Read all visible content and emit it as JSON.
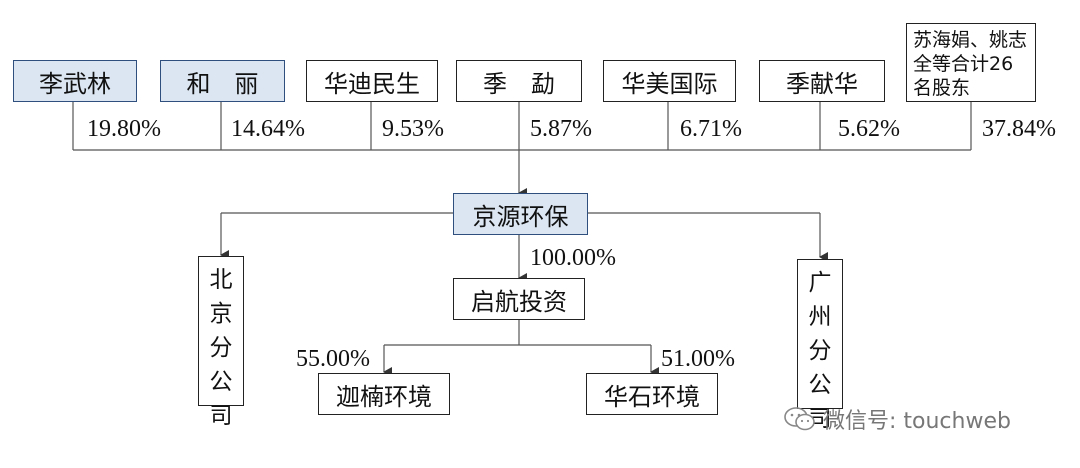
{
  "shareholders": [
    {
      "name": "李武林",
      "pct": "19.80%"
    },
    {
      "name": "和　丽",
      "pct": "14.64%"
    },
    {
      "name": "华迪民生",
      "pct": "9.53%"
    },
    {
      "name": "季　勐",
      "pct": "5.87%"
    },
    {
      "name": "华美国际",
      "pct": "6.71%"
    },
    {
      "name": "季献华",
      "pct": "5.62%"
    },
    {
      "name": "苏海娟、姚志全等合计26名股东",
      "pct": "37.84%"
    }
  ],
  "company": {
    "name": "京源环保"
  },
  "branches": {
    "beijing": [
      "北",
      "京",
      "分",
      "公",
      "司"
    ],
    "guangzhou": [
      "广",
      "州",
      "分",
      "公",
      "司"
    ]
  },
  "subsidiary": {
    "name": "启航投资",
    "pct": "100.00%"
  },
  "subsub": [
    {
      "name": "迦楠环境",
      "pct": "55.00%"
    },
    {
      "name": "华石环境",
      "pct": "51.00%"
    }
  ],
  "watermark": {
    "text": "微信号: touchweb"
  }
}
